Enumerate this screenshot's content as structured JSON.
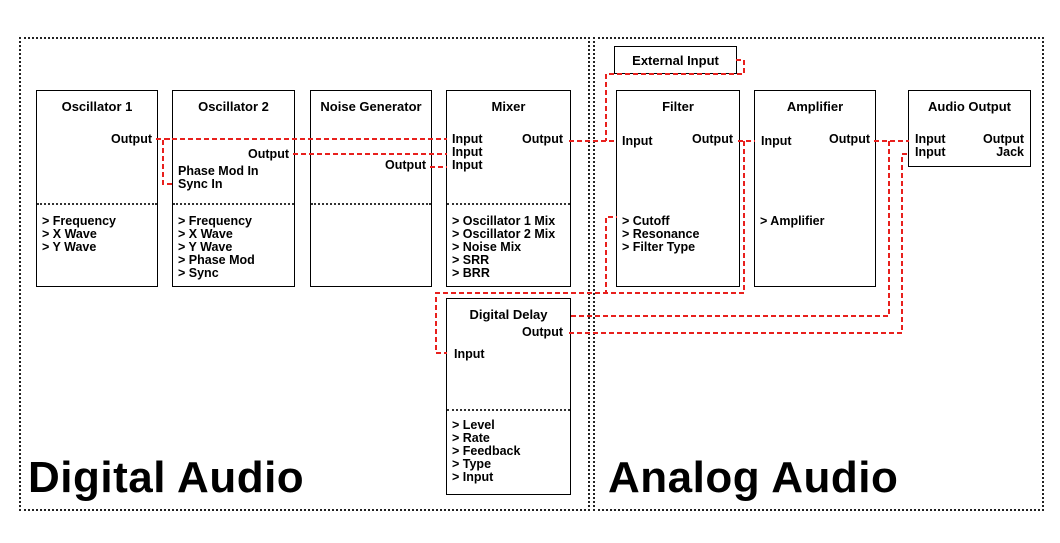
{
  "regions": {
    "digital_title": "Digital Audio",
    "analog_title": "Analog Audio"
  },
  "modules": {
    "osc1": {
      "title": "Oscillator 1",
      "output": "Output",
      "params": [
        "> Frequency",
        "> X Wave",
        "> Y Wave"
      ]
    },
    "osc2": {
      "title": "Oscillator 2",
      "output": "Output",
      "inputs": [
        "Phase Mod In",
        "Sync In"
      ],
      "params": [
        "> Frequency",
        "> X Wave",
        "> Y Wave",
        "> Phase Mod",
        "> Sync"
      ]
    },
    "noise": {
      "title": "Noise Generator",
      "output": "Output"
    },
    "mixer": {
      "title": "Mixer",
      "inputs": [
        "Input",
        "Input",
        "Input"
      ],
      "output": "Output",
      "params": [
        "> Oscillator 1 Mix",
        "> Oscillator 2 Mix",
        "> Noise Mix",
        "> SRR",
        "> BRR"
      ]
    },
    "delay": {
      "title": "Digital Delay",
      "input": "Input",
      "output": "Output",
      "params": [
        "> Level",
        "> Rate",
        "> Feedback",
        "> Type",
        "> Input"
      ]
    },
    "external": {
      "title": "External Input"
    },
    "filter": {
      "title": "Filter",
      "input": "Input",
      "output": "Output",
      "params": [
        "> Cutoff",
        "> Resonance",
        "> Filter Type"
      ]
    },
    "amp": {
      "title": "Amplifier",
      "input": "Input",
      "output": "Output",
      "params": [
        "> Amplifier"
      ]
    },
    "audio_out": {
      "title": "Audio Output",
      "inputs": [
        "Input",
        "Input"
      ],
      "output": "Output",
      "output_sub": "Jack"
    }
  },
  "colors": {
    "wire": "#e8201d",
    "border": "#000000"
  }
}
